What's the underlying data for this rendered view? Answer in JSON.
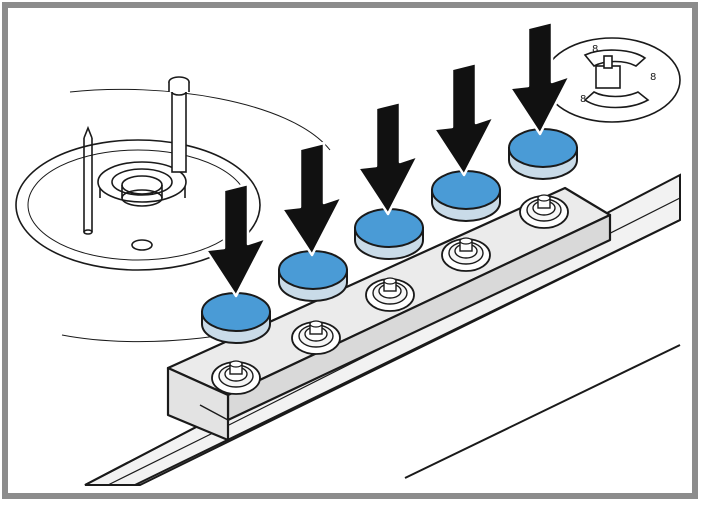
{
  "figure": {
    "kind": "assembly-illustration",
    "description_visible_text": "",
    "pad_count": 5,
    "arrow_count": 5,
    "screw_count": 5
  },
  "colors": {
    "frame": "#8c8c8c",
    "line": "#1a1a1a",
    "pad_top": "#4a9bd6",
    "pad_side": "#c9dbe8",
    "arrow": "#111111",
    "bracket_fill": "#e3e3e3",
    "rail_fill": "#f2f2f2",
    "background": "#ffffff"
  },
  "icons": {
    "pad": "foam-pad-icon",
    "arrow": "press-down-arrow-icon",
    "screw": "screw-icon"
  }
}
